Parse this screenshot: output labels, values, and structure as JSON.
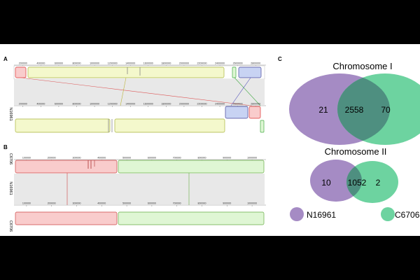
{
  "panels": {
    "A": {
      "label": "A",
      "top_genome": "N16961",
      "bottom_genome": "C6706",
      "top_ticks": [
        "200000",
        "400000",
        "600000",
        "800000",
        "1000000",
        "1200000",
        "1400000",
        "1600000",
        "1800000",
        "2000000",
        "2200000",
        "2400000",
        "2600000",
        "2800000"
      ],
      "bottom_ticks": [
        "200000",
        "400000",
        "600000",
        "800000",
        "1000000",
        "1200000",
        "1400000",
        "1600000",
        "1800000",
        "2000000",
        "2200000",
        "2400000",
        "2600000",
        "2800000"
      ]
    },
    "B": {
      "label": "B",
      "top_genome": "N16961",
      "bottom_genome": "C6706",
      "top_ticks": [
        "100000",
        "200000",
        "300000",
        "400000",
        "500000",
        "600000",
        "700000",
        "800000",
        "900000",
        "1000000"
      ],
      "bottom_ticks": [
        "100000",
        "200000",
        "300000",
        "400000",
        "500000",
        "600000",
        "700000",
        "800000",
        "900000",
        "1000000"
      ]
    },
    "C": {
      "label": "C",
      "chr1": {
        "title": "Chromosome I",
        "left_only": "21",
        "shared": "2558",
        "right_only": "70"
      },
      "chr2": {
        "title": "Chromosome II",
        "left_only": "10",
        "shared": "1052",
        "right_only": "2"
      },
      "legend": {
        "left": "N16961",
        "right": "C6706"
      }
    }
  },
  "colors": {
    "purple": "#a58bc4",
    "green": "#6dd3a0",
    "overlap": "#4e8f80",
    "yellow_block": "#f4f8cc",
    "red_block": "#f9cccc",
    "blue_block": "#c8d3f3",
    "green_block": "#dff6d4"
  }
}
